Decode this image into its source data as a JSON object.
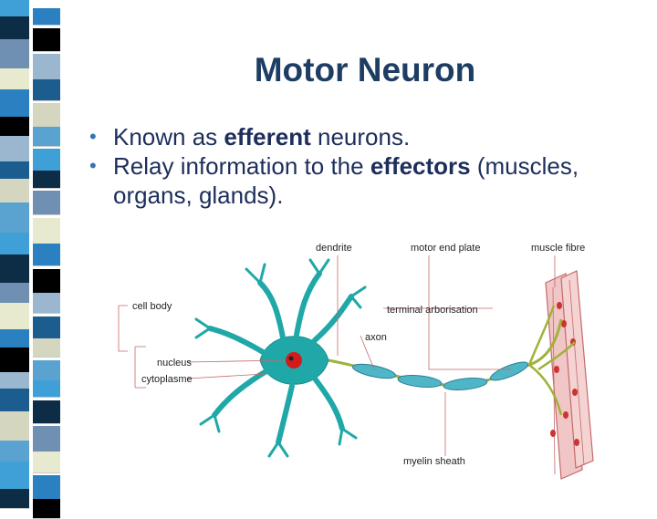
{
  "slide": {
    "title": "Motor Neuron",
    "bullets": [
      {
        "before": "Known as ",
        "bold": "efferent",
        "after": " neurons."
      },
      {
        "before": "Relay information to the ",
        "bold": "effectors",
        "after": " (muscles, organs, glands)."
      }
    ]
  },
  "diagram": {
    "labels": {
      "dendrite": "dendrite",
      "motor_end_plate": "motor end plate",
      "muscle_fibre": "muscle fibre",
      "cell_body": "cell body",
      "terminal_arborisation": "terminal arborisation",
      "axon": "axon",
      "nucleus": "nucleus",
      "cytoplasme": "cytoplasme",
      "myelin_sheath": "myelin sheath"
    }
  },
  "colors": {
    "title": "#1d3d63",
    "text": "#1d2e5c",
    "bullet": "#3573b6",
    "neuron": "#20a8a8",
    "nucleus": "#d41a1a",
    "axon": "#9fb23a",
    "muscle": "#f1c6c6"
  }
}
